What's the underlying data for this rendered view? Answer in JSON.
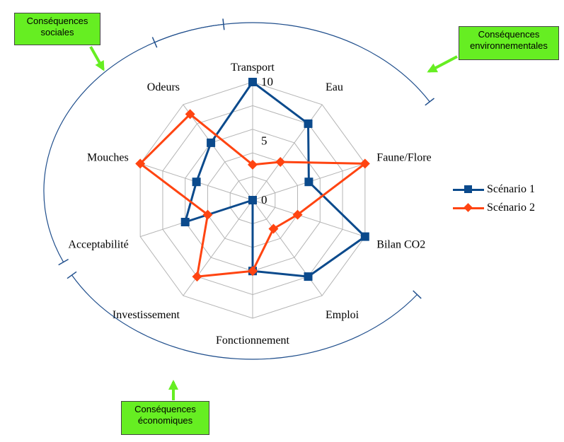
{
  "chart_data": {
    "type": "radar",
    "axes": [
      "Transport",
      "Eau",
      "Faune/Flore",
      "Bilan CO2",
      "Emploi",
      "Fonctionnement",
      "Investissement",
      "Acceptabilité",
      "Mouches",
      "Odeurs"
    ],
    "ticks": [
      "0",
      "5",
      "10"
    ],
    "rmax": 10,
    "series": [
      {
        "name": "Scénario 1",
        "color": "#0b4a8c",
        "marker": "square",
        "values": [
          10,
          8,
          5,
          10,
          8,
          6,
          0,
          6,
          5,
          6
        ]
      },
      {
        "name": "Scénario 2",
        "color": "#ff4411",
        "marker": "diamond",
        "values": [
          3,
          4,
          10,
          4,
          3,
          6,
          8,
          4,
          10,
          9
        ]
      }
    ],
    "grid": true,
    "legend": "right"
  },
  "groups": {
    "social": "Conséquences\nsociales",
    "environmental": "Conséquences\nenvironnementales",
    "economic": "Conséquences\néconomiques"
  },
  "colors": {
    "callout": "#66ee22",
    "arrow": "#66ee22",
    "arc": "#1f4e8c",
    "grid": "#b5b5b5"
  }
}
